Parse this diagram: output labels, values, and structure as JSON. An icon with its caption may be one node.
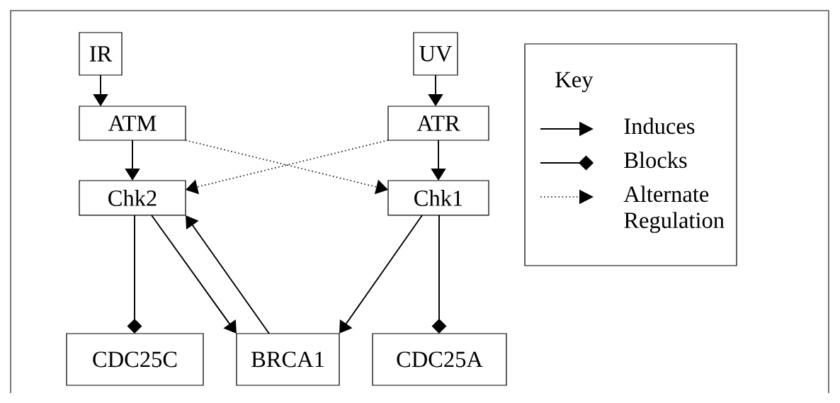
{
  "diagram": {
    "nodes": [
      {
        "text": [
          "IR"
        ]
      },
      {
        "text": [
          "UV"
        ]
      },
      {
        "text": [
          "ATM"
        ]
      },
      {
        "text": [
          "ATR"
        ]
      },
      {
        "text": [
          "Chk2"
        ]
      },
      {
        "text": [
          "Chk1"
        ]
      },
      {
        "text": [
          "CDC25C"
        ]
      },
      {
        "text": [
          "BRCA1"
        ]
      },
      {
        "text": [
          "CDC25A"
        ]
      }
    ],
    "edges": [
      {
        "from": 0,
        "to": 2,
        "arrow": "to"
      },
      {
        "from": 1,
        "to": 3,
        "arrow": "to"
      },
      {
        "from": 2,
        "to": 4,
        "arrow": "to"
      },
      {
        "from": 3,
        "to": 5,
        "arrow": "to"
      },
      {
        "from": 2,
        "to": 5,
        "arrow": "to",
        "style": "dashed"
      },
      {
        "from": 3,
        "to": 4,
        "arrow": "to",
        "style": "dashed"
      },
      {
        "from": 4,
        "to": 6,
        "arrow": "other"
      },
      {
        "from": 4,
        "to": 7,
        "arrow": "to"
      },
      {
        "from": 7,
        "to": 4,
        "arrow": "to"
      },
      {
        "from": 5,
        "to": 7,
        "arrow": "to"
      },
      {
        "from": 5,
        "to": 8,
        "arrow": "other"
      }
    ],
    "labels": [
      "Key"
    ],
    "legend": [
      {
        "text": "Induces"
      },
      {
        "text": "Blocks"
      },
      {
        "text": "Alternate Regulation"
      }
    ]
  }
}
